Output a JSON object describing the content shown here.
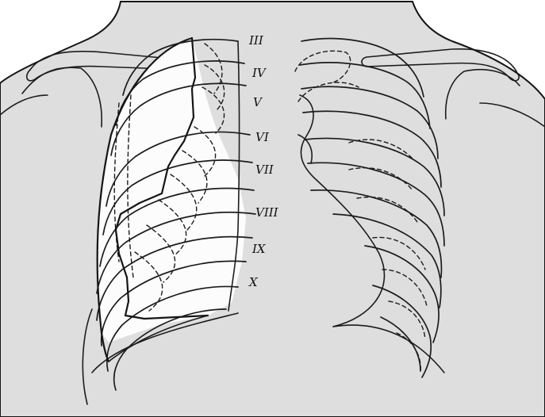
{
  "labels": [
    {
      "text": "III"
    },
    {
      "text": "IV"
    },
    {
      "text": "V"
    },
    {
      "text": "VI"
    },
    {
      "text": "VII"
    },
    {
      "text": "VIII"
    },
    {
      "text": "IX"
    },
    {
      "text": "X"
    }
  ],
  "colors": {
    "background": "#ffffff",
    "body": "#dedede",
    "lung_field": "#fcfcfc",
    "line": "#1c1c1c"
  }
}
